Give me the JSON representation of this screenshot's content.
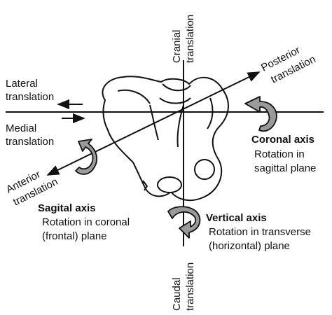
{
  "colors": {
    "line": "#111111",
    "bone_fill": "#ffffff",
    "rotation_arrow_fill": "#9a9a9a"
  },
  "labels": {
    "cranial": [
      "Cranial",
      "translation"
    ],
    "caudal": [
      "Caudal",
      "translation"
    ],
    "lateral": [
      "Lateral",
      "translation"
    ],
    "medial": [
      "Medial",
      "translation"
    ],
    "posterior": [
      "Posterior",
      "translation"
    ],
    "anterior": [
      "Anterior",
      "translation"
    ],
    "coronal_title": "Coronal axis",
    "coronal_desc": [
      "Rotation in",
      "sagittal plane"
    ],
    "sagittal_title": "Sagital axis",
    "sagittal_desc": [
      "Rotation in coronal",
      "(frontal) plane"
    ],
    "vertical_title": "Vertical axis",
    "vertical_desc": [
      "Rotation in transverse",
      "(horizontal) plane"
    ]
  },
  "icons": [
    "pelvis-illustration",
    "rotation-arrow-icon",
    "arrowhead-icon"
  ]
}
